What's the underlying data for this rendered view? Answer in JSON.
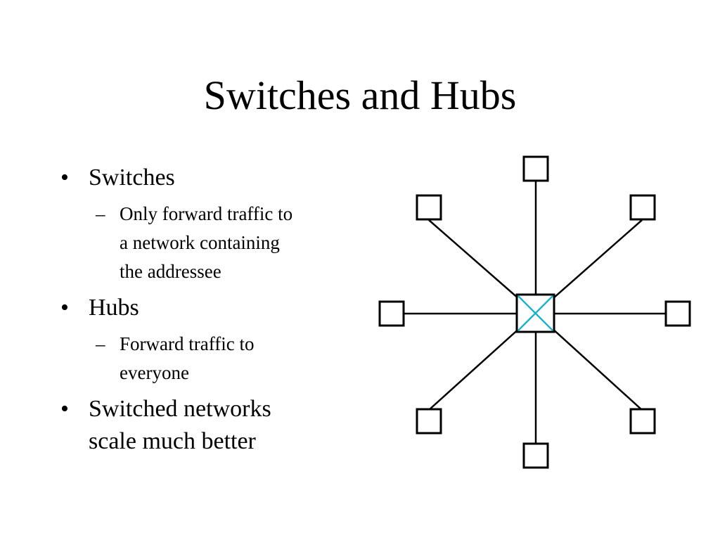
{
  "slide": {
    "title": "Switches and Hubs",
    "bullets": [
      {
        "text": "Switches",
        "sub": [
          "Only forward traffic to",
          "a network containing",
          "the addressee"
        ]
      },
      {
        "text": "Hubs",
        "sub": [
          "Forward traffic to",
          "everyone"
        ]
      },
      {
        "text": "Switched networks",
        "text2": "scale much better"
      }
    ],
    "bullet_symbol": "•",
    "sub_symbol": "–"
  },
  "diagram": {
    "hub_cross_color": "#22b0c8",
    "line_color": "#000000",
    "nodes": [
      "top",
      "top-left",
      "top-right",
      "left",
      "right",
      "bottom-left",
      "bottom-right",
      "bottom"
    ]
  }
}
